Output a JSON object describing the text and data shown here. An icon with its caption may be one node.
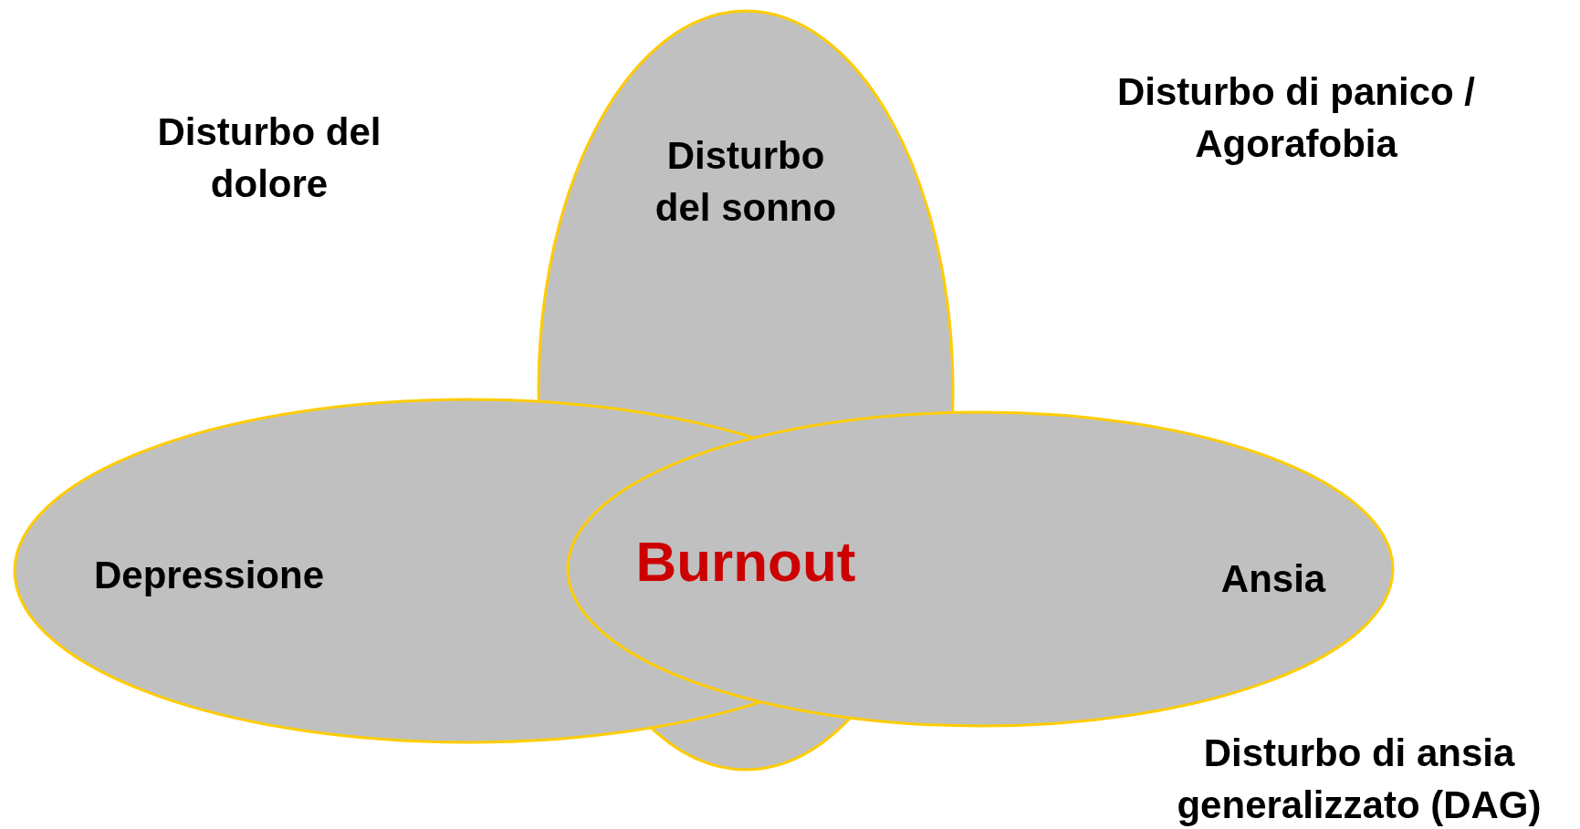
{
  "diagram": {
    "nodes": [
      {
        "text": [
          "Disturbo del sonno"
        ]
      },
      {
        "text": [
          "Depressione"
        ]
      },
      {
        "text": [
          "Ansia"
        ]
      }
    ],
    "labels": [
      "Disturbo del dolore",
      "Disturbo di panico / Agorafobia",
      "Burnout",
      "Disturbo di ansia generalizzato (DAG)"
    ]
  }
}
